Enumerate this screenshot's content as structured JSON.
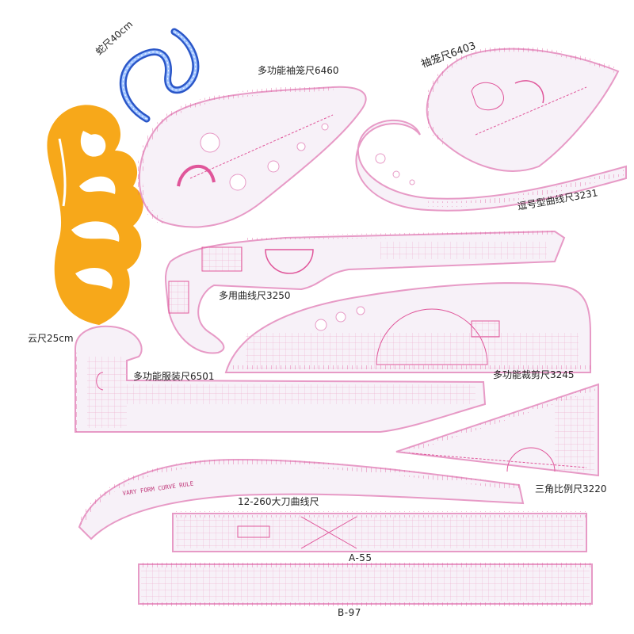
{
  "colors": {
    "ruler_fill": "#f7f1f8",
    "ruler_edge": "#e79ac6",
    "tick": "#e0569a",
    "grid": "#f0b8d4",
    "orange": "#f7a81a",
    "snake_blue": "#2a56c8",
    "snake_inner": "#9fc3ff"
  },
  "labels": {
    "snake": "蛇尺40cm",
    "sleeve6460": "多功能袖笼尺6460",
    "sleeve6403": "袖笼尺6403",
    "comma3231": "逗号型曲线尺3231",
    "multi3250": "多用曲线尺3250",
    "cutting3245": "多功能裁剪尺3245",
    "clothing6501": "多功能服装尺6501",
    "triangle3220": "三角比例尺3220",
    "french": "12-260大刀曲线尺",
    "a55": "A-55",
    "b97": "B-97",
    "cloud": "云尺25cm"
  },
  "ruler_print": {
    "vary_form": "VARY FORM CURVE RULE"
  }
}
